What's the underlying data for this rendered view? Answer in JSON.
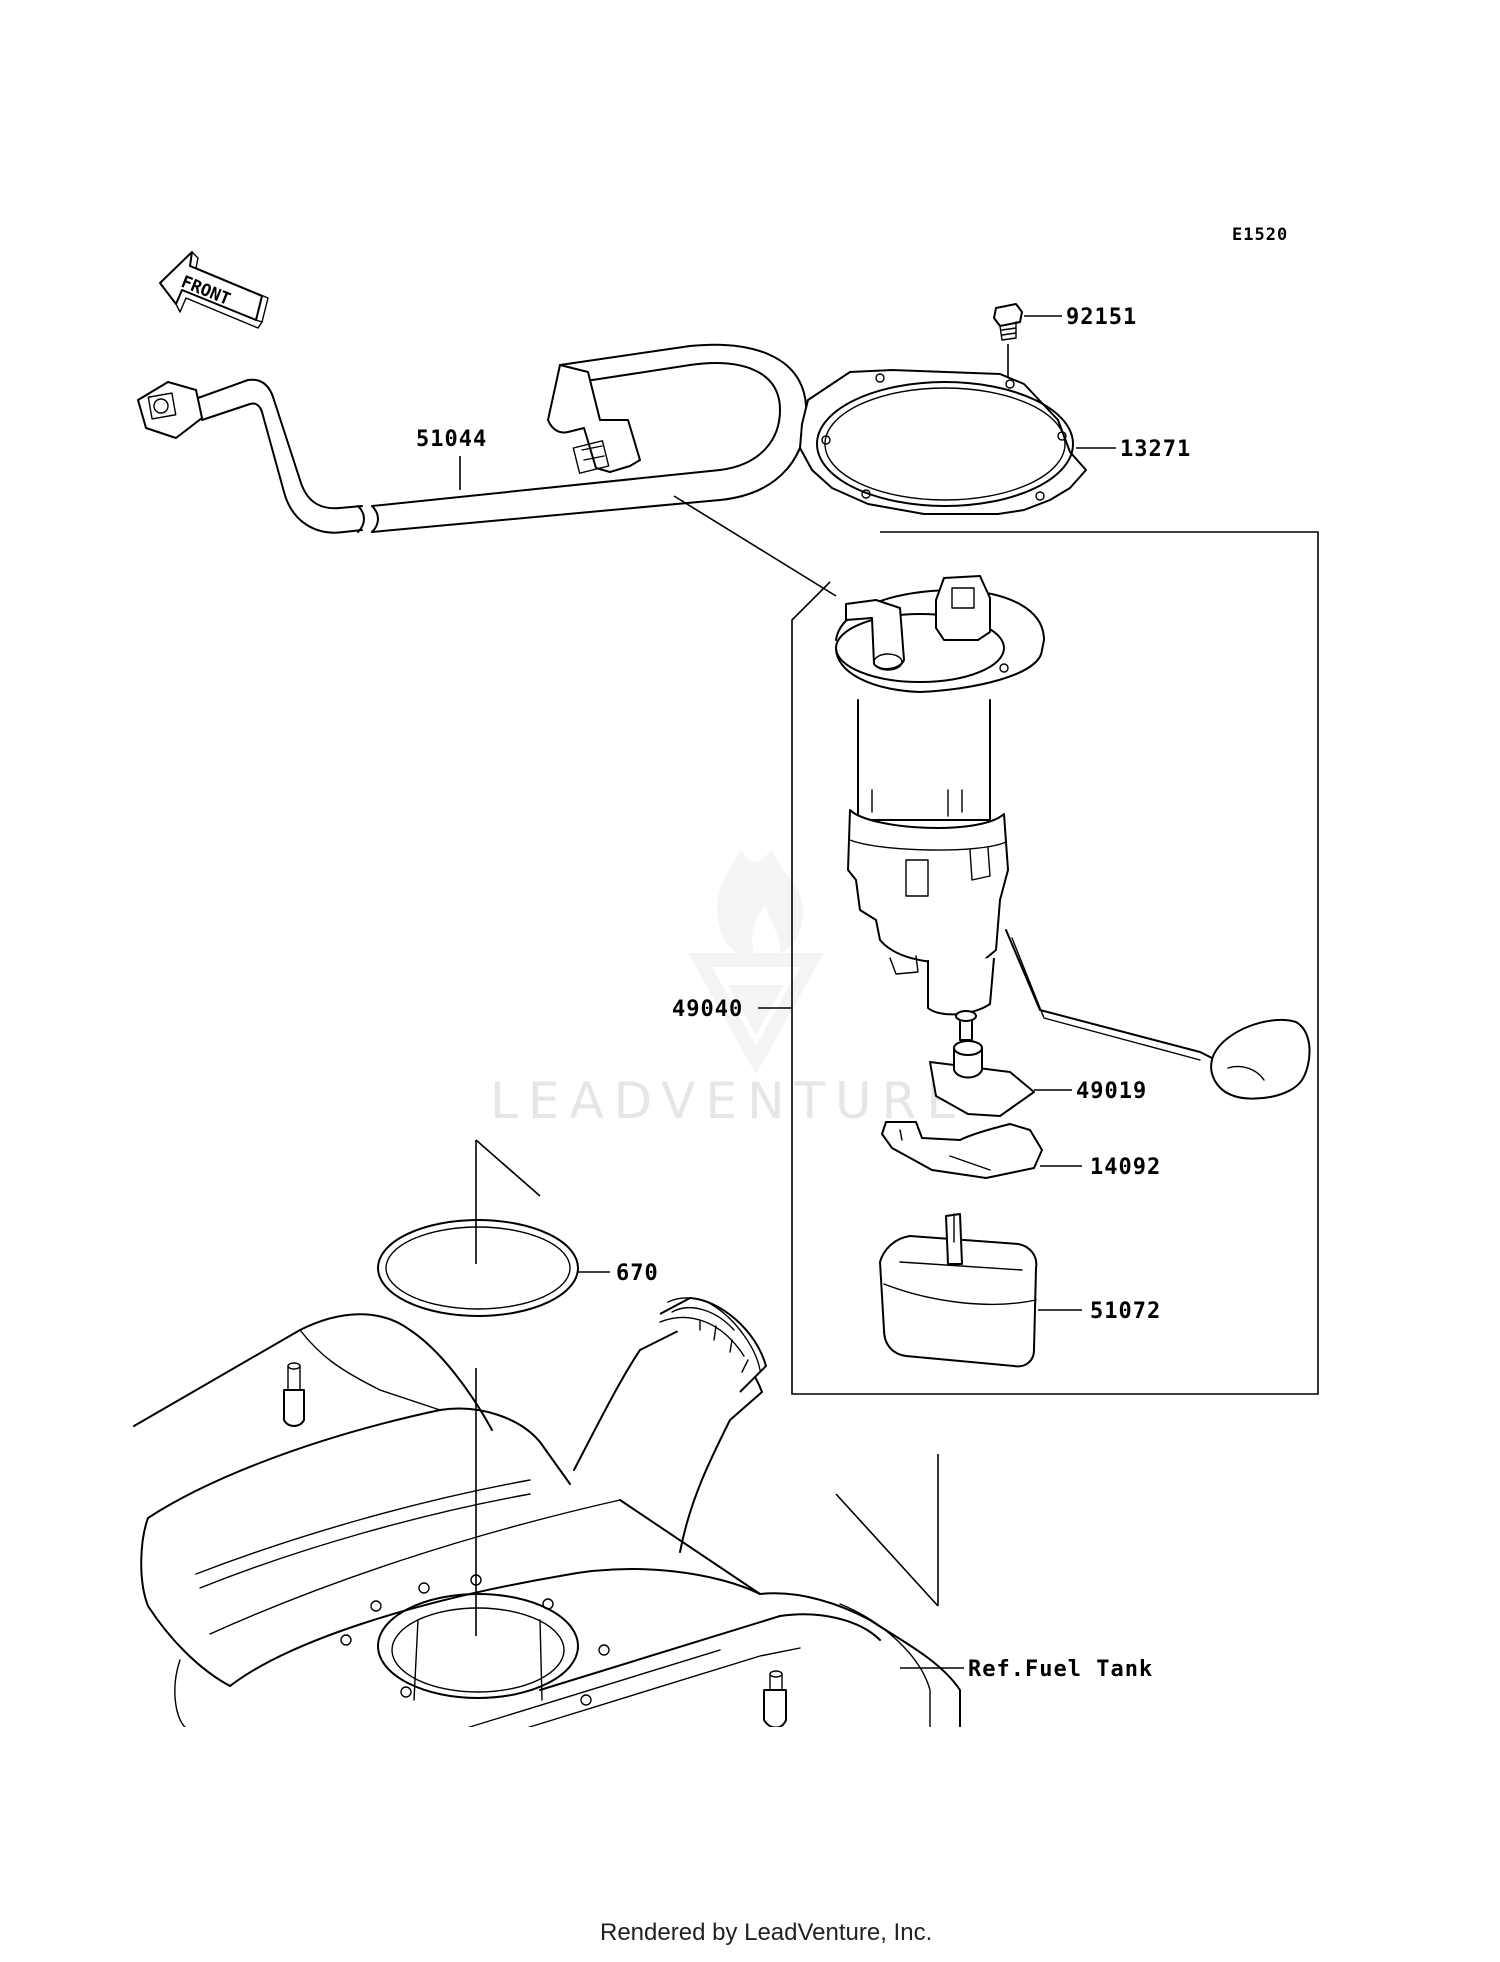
{
  "diagram": {
    "code": "E1520",
    "front_label": "FRONT",
    "parts": [
      {
        "id": "92151"
      },
      {
        "id": "51044"
      },
      {
        "id": "13271"
      },
      {
        "id": "49040"
      },
      {
        "id": "49019"
      },
      {
        "id": "14092"
      },
      {
        "id": "670"
      },
      {
        "id": "51072"
      }
    ],
    "reference": "Ref.Fuel Tank",
    "watermark": "LEADVENTURE",
    "footer": "Rendered by LeadVenture, Inc."
  },
  "icons": [
    "front-arrow-icon",
    "leadventure-logo-icon"
  ]
}
